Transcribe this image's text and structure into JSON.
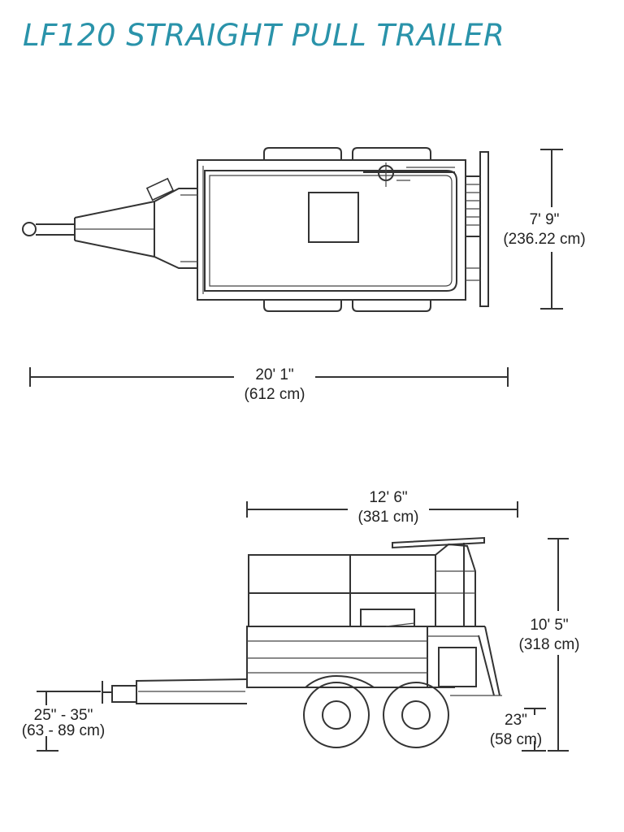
{
  "title": "LF120 STRAIGHT PULL TRAILER",
  "dimensions": {
    "overall_length": {
      "imperial": "20' 1\"",
      "metric": "(612 cm)"
    },
    "width": {
      "imperial": "7' 9\"",
      "metric": "(236.22 cm)"
    },
    "tank_length": {
      "imperial": "12' 6\"",
      "metric": "(381 cm)"
    },
    "height": {
      "imperial": "10' 5\"",
      "metric": "(318 cm)"
    },
    "hitch_height": {
      "imperial": "25\" - 35\"",
      "metric": "(63 - 89 cm)"
    },
    "frame_height": {
      "imperial": "23\"",
      "metric": "(58 cm)"
    }
  }
}
